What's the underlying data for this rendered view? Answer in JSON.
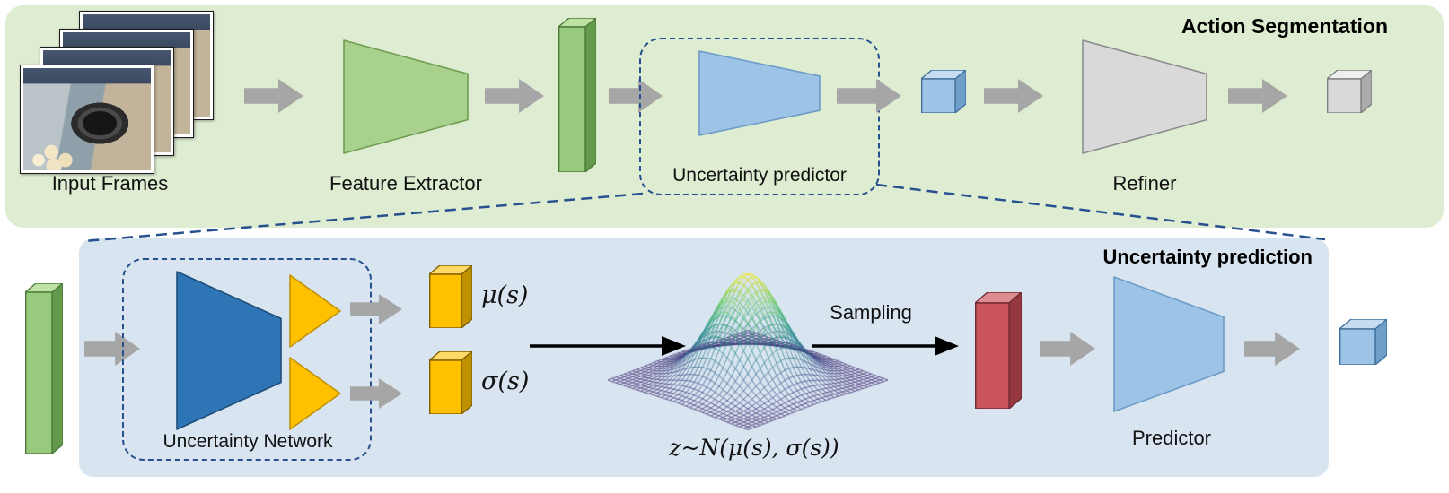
{
  "top_panel": {
    "title": "Action Segmentation",
    "input_frames_label": "Input Frames",
    "feature_extractor_label": "Feature Extractor",
    "uncertainty_predictor_label": "Uncertainty predictor",
    "refiner_label": "Refiner"
  },
  "bottom_panel": {
    "title": "Uncertainty prediction",
    "uncertainty_network_label": "Uncertainty Network",
    "mu_label": "μ(s)",
    "sigma_label": "σ(s)",
    "sampling_label": "Sampling",
    "distribution_label": "z~N(μ(s), σ(s))",
    "predictor_label": "Predictor"
  },
  "colors": {
    "top_panel_bg": "#deecd2",
    "bottom_panel_bg": "#d8e4f0",
    "arrow_gray": "#a6a6a6",
    "green_fill": "#a9d18e",
    "blue_fill": "#9dc3e6",
    "gray_fill": "#d9d9d9",
    "dark_blue_fill": "#2e75b6",
    "yellow_fill": "#ffc000",
    "red_fill": "#c9545c",
    "dashed_border": "#27508f"
  }
}
